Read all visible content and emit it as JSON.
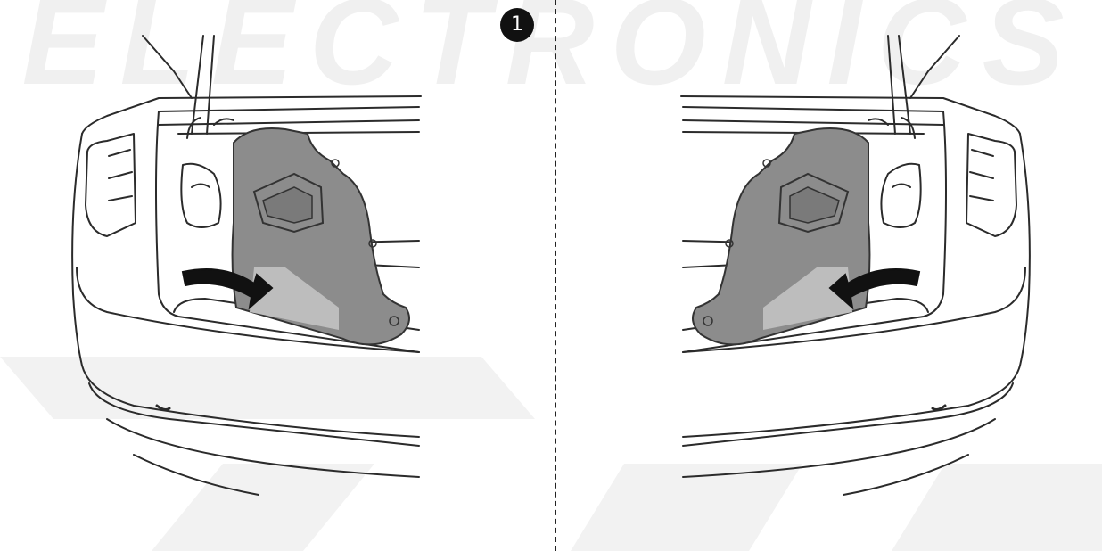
{
  "watermark": {
    "text": "ELECTRONICS",
    "color": "#f0f0f0"
  },
  "step": {
    "number": "1",
    "badge_color": "#111111"
  },
  "panels": [
    {
      "side": "left",
      "arrow_direction": "right"
    },
    {
      "side": "right",
      "arrow_direction": "left"
    }
  ],
  "colors": {
    "liner": "#8c8c8c",
    "liner_outline": "#333333",
    "line": "#2b2b2b"
  }
}
